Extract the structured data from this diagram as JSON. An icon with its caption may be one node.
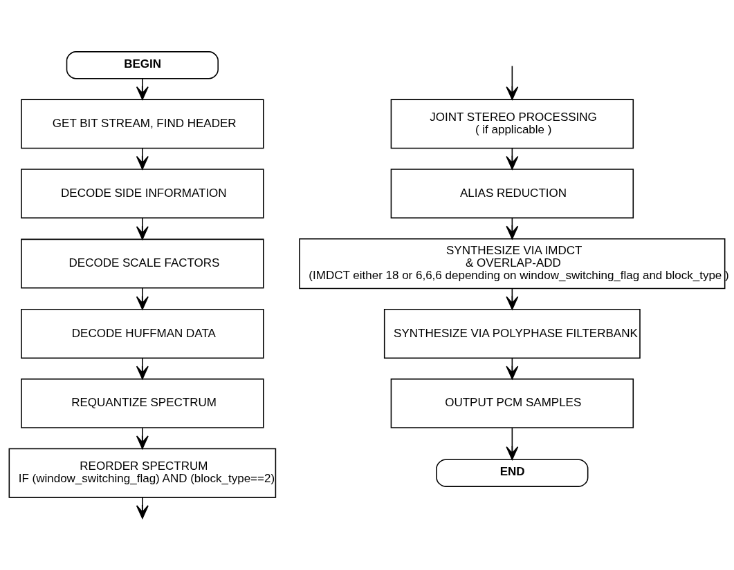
{
  "diagram": {
    "nodes": [
      {
        "text": [
          "BEGIN"
        ]
      },
      {
        "text": [
          "GET BIT STREAM, FIND HEADER"
        ]
      },
      {
        "text": [
          "DECODE SIDE INFORMATION"
        ]
      },
      {
        "text": [
          "DECODE SCALE FACTORS"
        ]
      },
      {
        "text": [
          "DECODE HUFFMAN DATA"
        ]
      },
      {
        "text": [
          "REQUANTIZE SPECTRUM"
        ]
      },
      {
        "text": [
          "REORDER SPECTRUM",
          "IF (window_switching_flag) AND (block_type==2)"
        ]
      },
      {
        "text": [
          "JOINT STEREO PROCESSING",
          "( if applicable )"
        ]
      },
      {
        "text": [
          "ALIAS REDUCTION"
        ]
      },
      {
        "text": [
          "SYNTHESIZE VIA IMDCT",
          "& OVERLAP-ADD",
          "(IMDCT either 18 or 6,6,6 depending on window_switching_flag and block_type )"
        ]
      },
      {
        "text": [
          "SYNTHESIZE VIA POLYPHASE FILTERBANK"
        ]
      },
      {
        "text": [
          "OUTPUT PCM SAMPLES"
        ]
      },
      {
        "text": [
          "END"
        ]
      }
    ],
    "edges": [
      {
        "from": 0,
        "to": 1,
        "arrow": "to"
      },
      {
        "from": 1,
        "to": 2,
        "arrow": "to"
      },
      {
        "from": 2,
        "to": 3,
        "arrow": "to"
      },
      {
        "from": 3,
        "to": 4,
        "arrow": "to"
      },
      {
        "from": 4,
        "to": 5,
        "arrow": "to"
      },
      {
        "from": 5,
        "to": 6,
        "arrow": "to"
      },
      {
        "from": 6,
        "to": null,
        "arrow": "to"
      },
      {
        "from": null,
        "to": 7,
        "arrow": "to"
      },
      {
        "from": 7,
        "to": 8,
        "arrow": "to"
      },
      {
        "from": 8,
        "to": 9,
        "arrow": "to"
      },
      {
        "from": 9,
        "to": 10,
        "arrow": "to"
      },
      {
        "from": 10,
        "to": 11,
        "arrow": "to"
      },
      {
        "from": 11,
        "to": 12,
        "arrow": "to"
      }
    ]
  }
}
